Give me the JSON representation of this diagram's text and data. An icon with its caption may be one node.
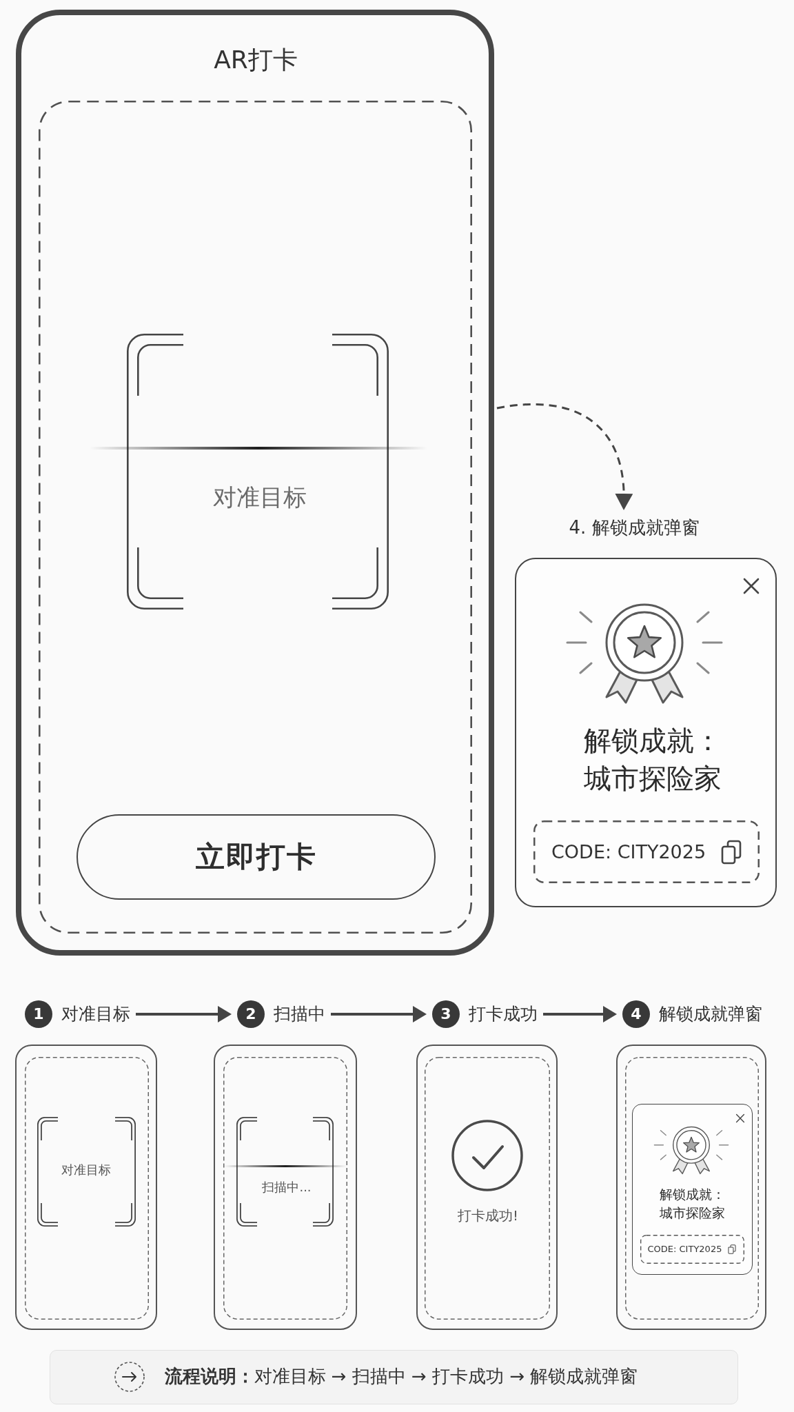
{
  "diagram": {
    "nodes": [
      {
        "text": [
          "AR打卡"
        ]
      },
      {
        "text": [],
        "shape": "box",
        "in": 0
      },
      {
        "text": [
          "对准目标"
        ],
        "in": 1
      },
      {
        "text": [
          "立即打卡"
        ],
        "in": 1
      },
      {
        "text": [
          "4. 解锁成就弹窗",
          "解锁成就：城市探险家"
        ]
      },
      {
        "text": [
          "CODE: CITY2025"
        ],
        "in": 4
      },
      {
        "text": [
          "1"
        ],
        "beside": [
          "对准目标"
        ]
      },
      {
        "text": [
          "2"
        ],
        "beside": [
          "扫描中"
        ]
      },
      {
        "text": [
          "3"
        ],
        "beside": [
          "打卡成功"
        ]
      },
      {
        "text": [
          "4"
        ],
        "beside": [
          "解锁成就弹窗"
        ]
      },
      {
        "text": [],
        "shape": "box"
      },
      {
        "text": [],
        "shape": "box",
        "in": 10
      },
      {
        "text": [
          "对准目标"
        ],
        "in": 11
      },
      {
        "text": [],
        "shape": "box"
      },
      {
        "text": [],
        "shape": "box",
        "in": 13
      },
      {
        "text": [
          "扫描中..."
        ],
        "in": 14
      },
      {
        "text": [],
        "shape": "box"
      },
      {
        "text": [
          "打卡成功!"
        ],
        "in": 16
      },
      {
        "text": [],
        "shape": "box"
      },
      {
        "text": [],
        "shape": "box",
        "in": 18
      },
      {
        "text": [
          "解锁成就：城市探险家"
        ],
        "in": 19
      },
      {
        "text": [
          "CODE: CITY2025"
        ],
        "in": 20
      },
      {
        "text": [
          "**流程说明：**对准目标 → 扫描中 → 打卡成功 → 解锁成就弹窗"
        ]
      }
    ],
    "edges": [
      {
        "from": 0,
        "to": 4,
        "arrow": "to",
        "style": "dashed"
      },
      {
        "from": 6,
        "to": 7,
        "arrow": "to"
      },
      {
        "from": 7,
        "to": 8,
        "arrow": "to"
      },
      {
        "from": 8,
        "to": 9,
        "arrow": "to"
      }
    ]
  }
}
